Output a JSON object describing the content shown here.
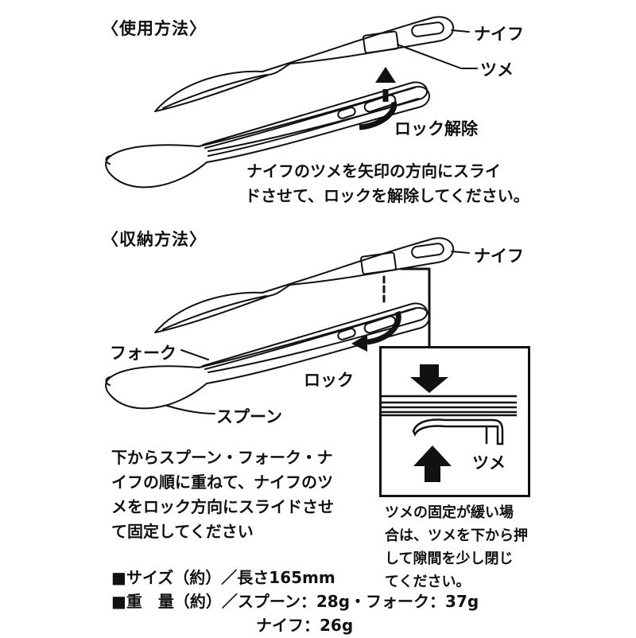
{
  "usage": {
    "heading": "〈使用方法〉",
    "label_knife": "ナイフ",
    "label_tab": "ツメ",
    "label_unlock": "ロック解除",
    "instruction_line1": "ナイフのツメを矢印の方向にスライ",
    "instruction_line2": "ドさせて、ロックを解除してください。"
  },
  "storage": {
    "heading": "〈収納方法〉",
    "label_knife": "ナイフ",
    "label_fork": "フォーク",
    "label_spoon": "スプーン",
    "label_lock": "ロック",
    "instruction_line1": "下からスプーン・フォーク・ナ",
    "instruction_line2": "イフの順に重ねて、ナイフのツ",
    "instruction_line3": "メをロック方向にスライドさせ",
    "instruction_line4": "て固定してください",
    "inset_label_tab": "ツメ",
    "note_line1": "ツメの固定が緩い場",
    "note_line2": "合は、ツメを下から押",
    "note_line3": "して隙間を少し閉じ",
    "note_line4": "てください。"
  },
  "specs": {
    "size_line": "■サイズ（約）／長さ165mm",
    "weight_line": "■重　量（約）／スプーン：28g・フォーク：37g",
    "weight_line2": "ナイフ：26g"
  },
  "colors": {
    "ink": "#111111",
    "background": "#ffffff"
  }
}
